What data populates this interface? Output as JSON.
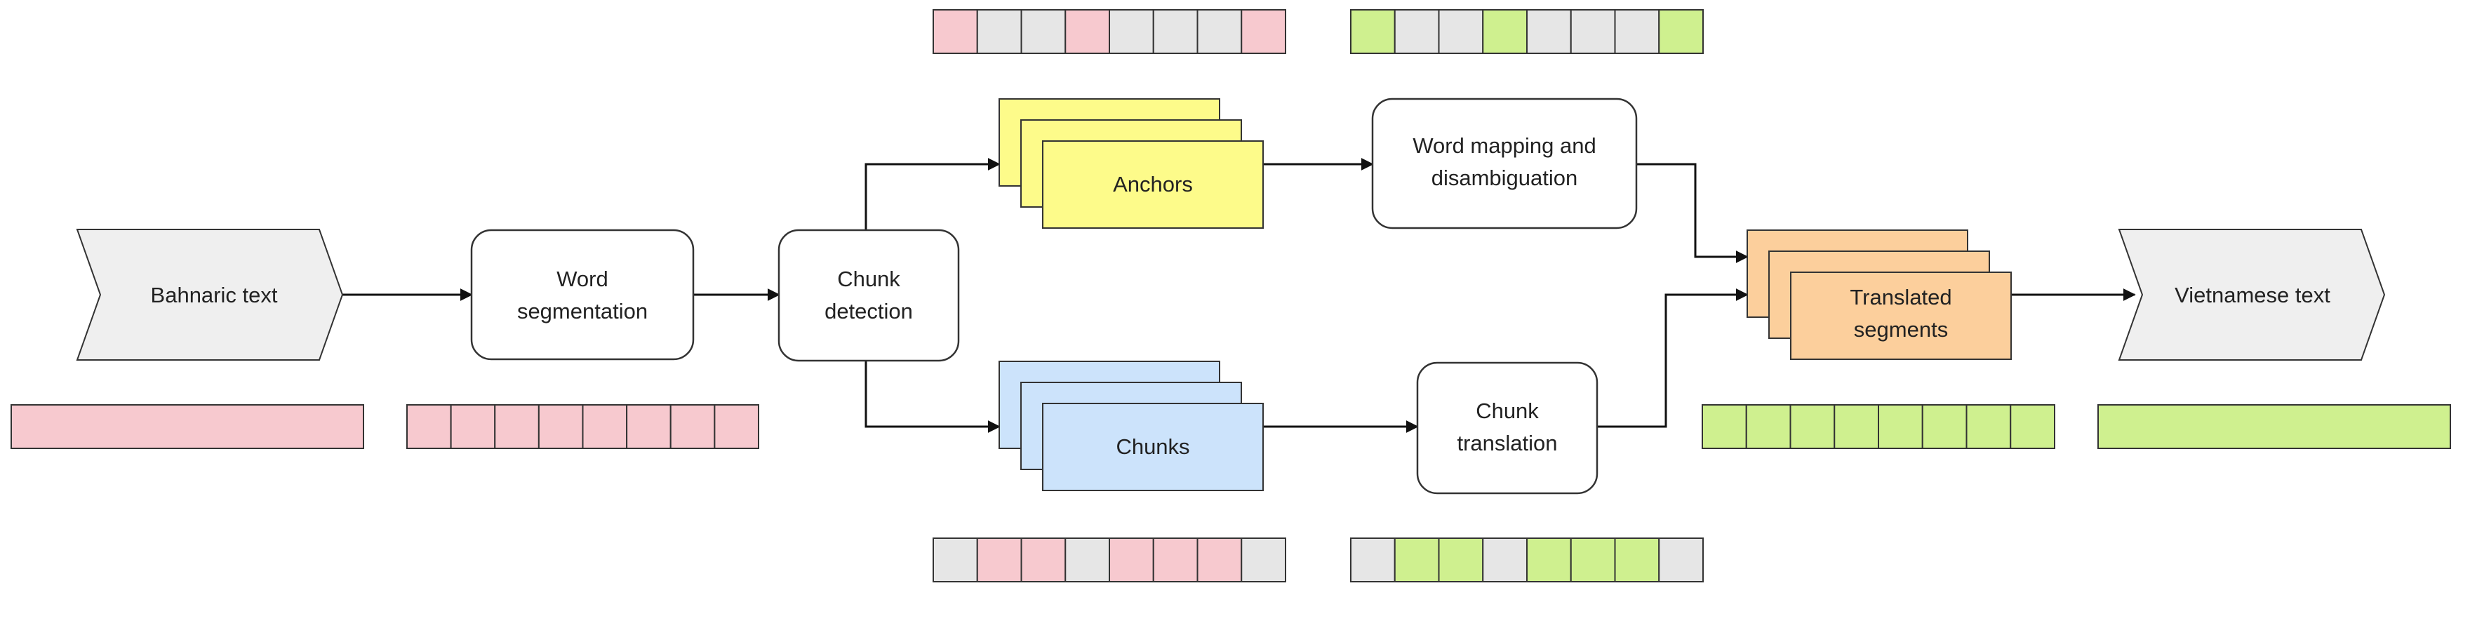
{
  "colors": {
    "pink": "#f7c9cf",
    "gray": "#e6e6e6",
    "green": "#cff08f",
    "yellow": "#fdfb8a",
    "blue": "#cce3fb",
    "orange": "#fccf9c",
    "io_fill": "#efefef",
    "stroke": "#333333",
    "arrow": "#111111"
  },
  "input": {
    "label": "Bahnaric text"
  },
  "output": {
    "label": "Vietnamese text"
  },
  "processes": {
    "word_segmentation": {
      "line1": "Word",
      "line2": "segmentation"
    },
    "chunk_detection": {
      "line1": "Chunk",
      "line2": "detection"
    },
    "word_mapping": {
      "line1": "Word mapping and",
      "line2": "disambiguation"
    },
    "chunk_translation": {
      "line1": "Chunk",
      "line2": "translation"
    }
  },
  "stacks": {
    "anchors": {
      "label": "Anchors"
    },
    "chunks": {
      "label": "Chunks"
    },
    "translated": {
      "line1": "Translated",
      "line2": "segments"
    }
  },
  "token_bars": {
    "input_text": [
      "pink"
    ],
    "segmented": [
      "pink",
      "pink",
      "pink",
      "pink",
      "pink",
      "pink",
      "pink",
      "pink"
    ],
    "anchors": [
      "pink",
      "gray",
      "gray",
      "pink",
      "gray",
      "gray",
      "gray",
      "pink"
    ],
    "anchors_translated": [
      "green",
      "gray",
      "gray",
      "green",
      "gray",
      "gray",
      "gray",
      "green"
    ],
    "chunks": [
      "gray",
      "pink",
      "pink",
      "gray",
      "pink",
      "pink",
      "pink",
      "gray"
    ],
    "chunks_translated": [
      "gray",
      "green",
      "green",
      "gray",
      "green",
      "green",
      "green",
      "gray"
    ],
    "translated_segments": [
      "green",
      "green",
      "green",
      "green",
      "green",
      "green",
      "green",
      "green"
    ],
    "output_text": [
      "green"
    ]
  }
}
